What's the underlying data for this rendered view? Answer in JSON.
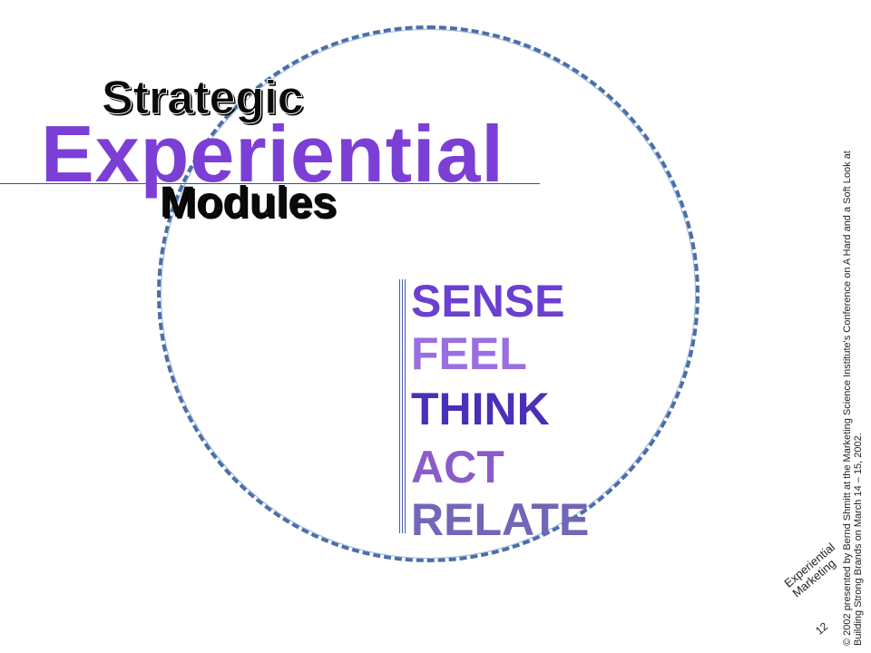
{
  "title": {
    "line1": "Strategic",
    "line2": "Experiential",
    "line3": "Modules"
  },
  "modules": [
    {
      "label": "SENSE"
    },
    {
      "label": "FEEL"
    },
    {
      "label": "THINK"
    },
    {
      "label": "ACT"
    },
    {
      "label": "RELATE"
    }
  ],
  "copyright": {
    "line1": "© 2002 presented by Bernd Shmitt at the Marketing Science Institute's Conference on A Hard and a Soft Look at",
    "line2": "Building Strong Brands on March 14 – 15, 2002."
  },
  "footer": {
    "line1": "Experiential",
    "line2": "Marketing",
    "page": "12"
  },
  "colors": {
    "accent": "#7b3fd6",
    "circle": "#4a6fa8"
  }
}
